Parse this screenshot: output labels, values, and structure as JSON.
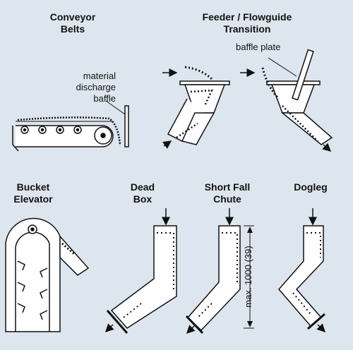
{
  "titles": {
    "conveyor_1": "Conveyor",
    "conveyor_2": "Belts",
    "feeder_1": "Feeder / Flowguide",
    "feeder_2": "Transition",
    "bucket_1": "Bucket",
    "bucket_2": "Elevator",
    "dead_1": "Dead",
    "dead_2": "Box",
    "short_1": "Short Fall",
    "short_2": "Chute",
    "dogleg": "Dogleg"
  },
  "labels": {
    "discharge_1": "material",
    "discharge_2": "discharge",
    "discharge_3": "baffle",
    "baffle_plate": "baffle plate",
    "max_fall": "max. 1000 (39)"
  },
  "colors": {
    "background": "#dde6ee",
    "ink": "#111111",
    "fill": "#ffffff"
  }
}
